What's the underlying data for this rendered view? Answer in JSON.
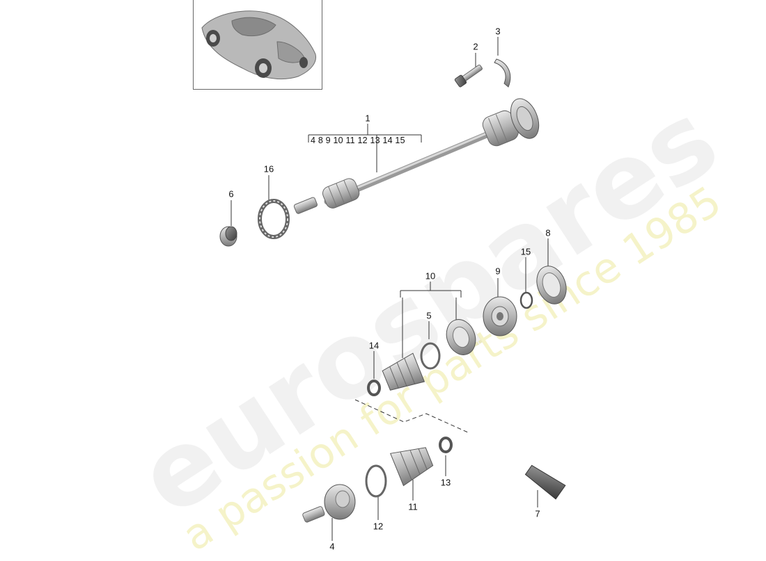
{
  "watermark": {
    "brand": "eurospares",
    "tagline": "a passion for parts since 1985"
  },
  "thumbnail": {
    "icon": "car-thumbnail-icon"
  },
  "callouts": {
    "c1": "1",
    "c2": "2",
    "c3": "3",
    "c4": "4",
    "c5": "5",
    "c6": "6",
    "c7": "7",
    "c8": "8",
    "c9": "9",
    "c10": "10",
    "c11": "11",
    "c12": "12",
    "c13": "13",
    "c14": "14",
    "c15": "15",
    "c16": "16"
  },
  "group_1_components": "4 8 9 10 11 12 13 14 15"
}
